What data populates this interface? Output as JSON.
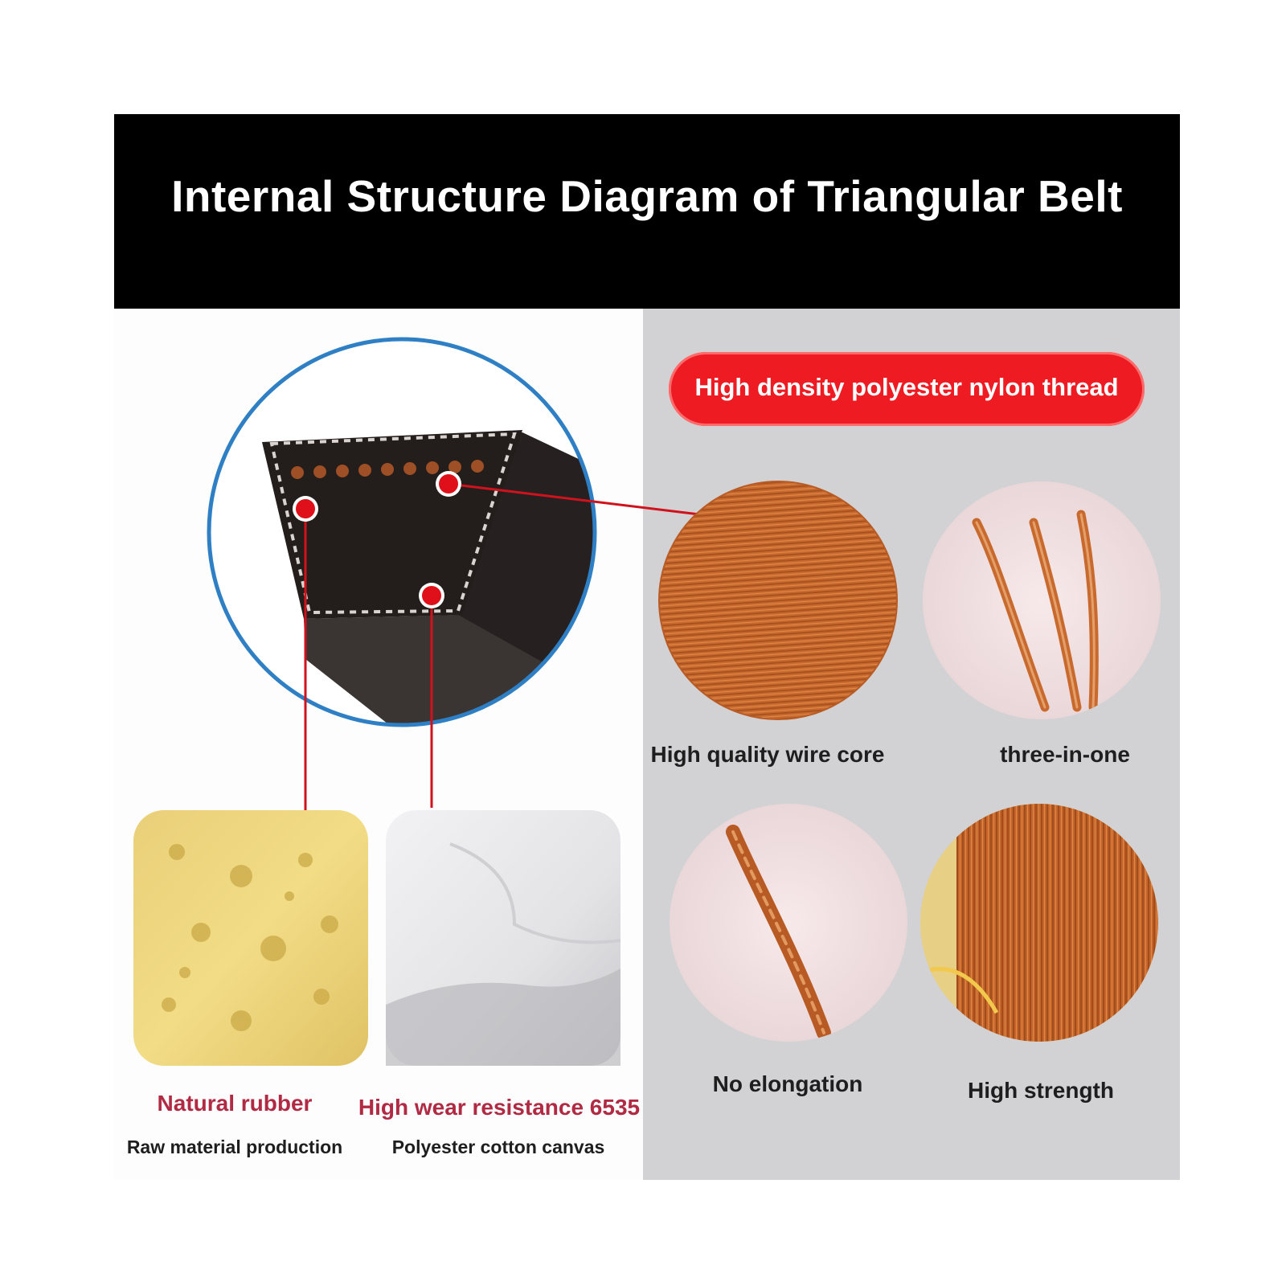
{
  "title": "Internal Structure Diagram of Triangular Belt",
  "thread_label": "High density polyester nylon thread",
  "features": {
    "wire_core": "High quality wire core",
    "three_in_one": "three-in-one",
    "no_elongation": "No elongation",
    "high_strength": "High strength"
  },
  "materials": {
    "rubber": {
      "name": "Natural rubber",
      "note": "Raw material production"
    },
    "canvas": {
      "name": "High wear resistance 6535",
      "note": "Polyester cotton canvas"
    }
  },
  "colors": {
    "title_bar": "#000000",
    "pill": "#ee1b22",
    "copper": "#c8692e",
    "marker": "#e0101a",
    "magnifier_ring": "#2f7fc4",
    "red_caption": "#b02a44"
  }
}
